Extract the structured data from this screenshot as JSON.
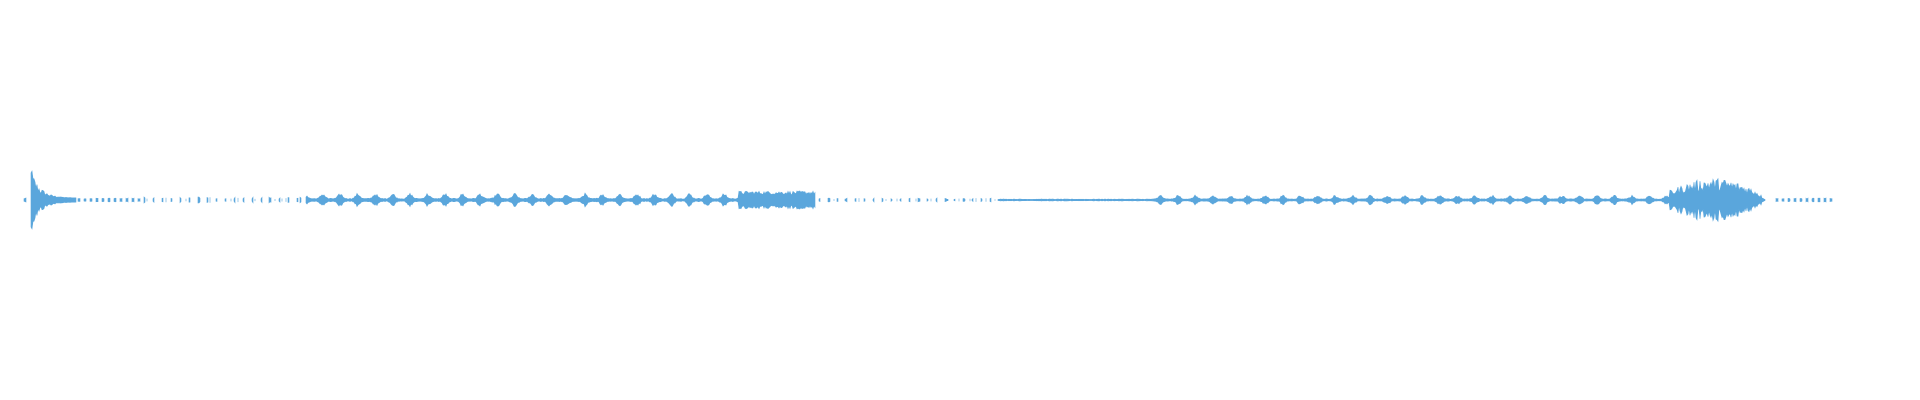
{
  "waveform": {
    "color": "#5aa6dc",
    "background": "#ffffff",
    "segments": [
      {
        "start": 0.012,
        "end": 0.014,
        "level": 0.02,
        "style": "dash"
      },
      {
        "start": 0.016,
        "end": 0.04,
        "level": 0.3,
        "style": "burst-decay"
      },
      {
        "start": 0.04,
        "end": 0.075,
        "level": 0.02,
        "style": "dash"
      },
      {
        "start": 0.075,
        "end": 0.16,
        "level": 0.03,
        "style": "sparse"
      },
      {
        "start": 0.16,
        "end": 0.385,
        "level": 0.07,
        "style": "pulses"
      },
      {
        "start": 0.385,
        "end": 0.425,
        "level": 0.09,
        "style": "dense"
      },
      {
        "start": 0.425,
        "end": 0.52,
        "level": 0.02,
        "style": "sparse"
      },
      {
        "start": 0.52,
        "end": 0.6,
        "level": 0.01,
        "style": "line"
      },
      {
        "start": 0.6,
        "end": 0.87,
        "level": 0.05,
        "style": "pulses"
      },
      {
        "start": 0.87,
        "end": 0.92,
        "level": 0.22,
        "style": "dense-swell"
      },
      {
        "start": 0.925,
        "end": 0.955,
        "level": 0.02,
        "style": "dash"
      }
    ]
  }
}
